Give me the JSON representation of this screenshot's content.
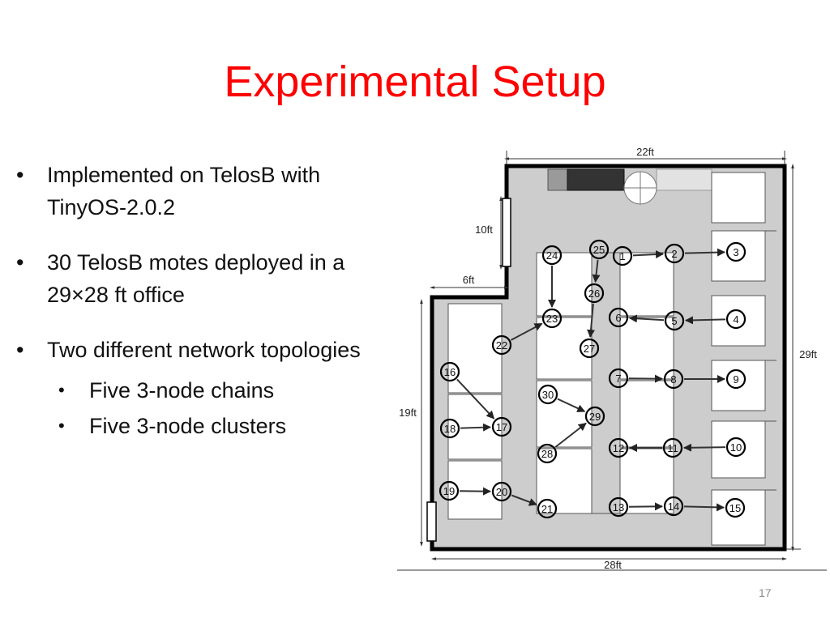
{
  "slide": {
    "title": "Experimental Setup",
    "bullets": [
      "Implemented on TelosB with TinyOS-2.0.2",
      "30 TelosB motes deployed in a 29×28 ft office",
      "Two different network topologies"
    ],
    "sub_bullets": [
      "Five 3-node chains",
      "Five 3-node clusters"
    ],
    "page_number": "17"
  },
  "floorplan": {
    "dimensions": {
      "top": "22ft",
      "bottom": "28ft",
      "right": "29ft",
      "left": "19ft",
      "inner_vertical": "10ft",
      "inner_horizontal": "6ft"
    },
    "nodes": [
      "1",
      "2",
      "3",
      "4",
      "5",
      "6",
      "7",
      "8",
      "9",
      "10",
      "11",
      "12",
      "13",
      "14",
      "15",
      "16",
      "17",
      "18",
      "19",
      "20",
      "21",
      "22",
      "23",
      "24",
      "25",
      "26",
      "27",
      "28",
      "29",
      "30"
    ],
    "links": [
      [
        "1",
        "2"
      ],
      [
        "2",
        "3"
      ],
      [
        "4",
        "5"
      ],
      [
        "5",
        "6"
      ],
      [
        "7",
        "8"
      ],
      [
        "8",
        "9"
      ],
      [
        "10",
        "11"
      ],
      [
        "11",
        "12"
      ],
      [
        "13",
        "14"
      ],
      [
        "14",
        "15"
      ],
      [
        "16",
        "17"
      ],
      [
        "18",
        "17"
      ],
      [
        "19",
        "20"
      ],
      [
        "20",
        "21"
      ],
      [
        "22",
        "23"
      ],
      [
        "24",
        "23"
      ],
      [
        "25",
        "26"
      ],
      [
        "26",
        "27"
      ],
      [
        "28",
        "29"
      ],
      [
        "30",
        "29"
      ]
    ],
    "colors": {
      "floor": "#cdcdcd",
      "wall": "#000000",
      "desk": "#ffffff",
      "node_stroke": "#000000",
      "arrow": "#333333"
    }
  }
}
